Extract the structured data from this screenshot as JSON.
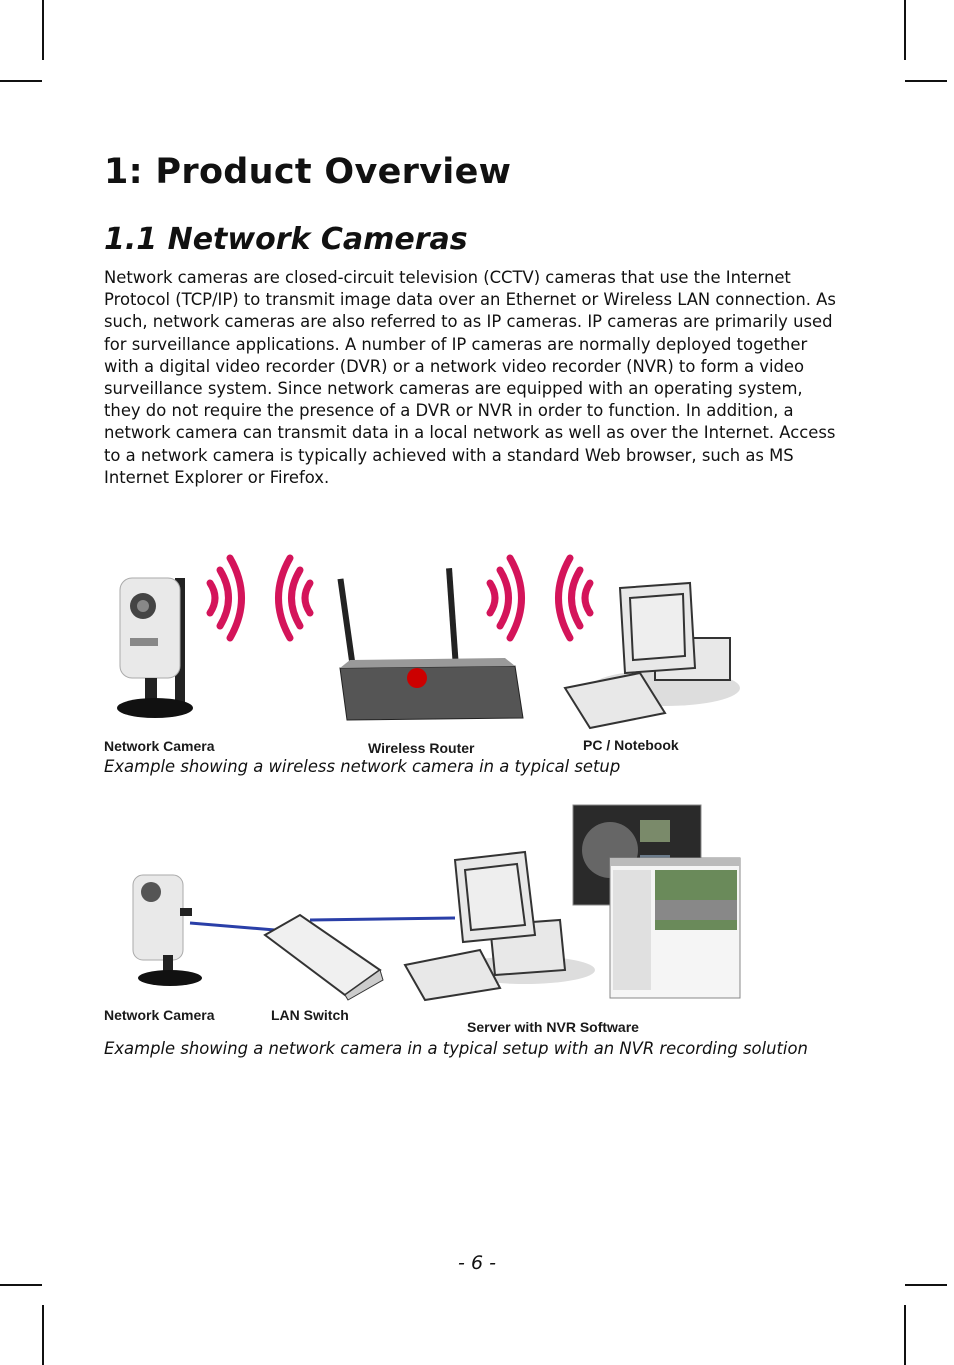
{
  "chapter_title": "1: Product Overview",
  "section_title": "1.1 Network Cameras",
  "intro_text": "Network cameras are closed-circuit television (CCTV) cameras that use the Internet Protocol (TCP/IP) to transmit image data over an Ethernet or Wireless LAN connection. As such, network cameras are also referred to as IP cameras. IP cameras are primarily used for surveillance applications. A number of IP cameras are normally deployed together with a digital video recorder (DVR) or a network video recorder (NVR) to form a video surveillance system. Since network cameras are equipped with an operating system, they do not require the presence of a DVR or NVR in order to function. In addition, a network camera can transmit data in a local network as well as over the Internet. Access to a network camera is typically achieved with a standard Web browser, such as MS Internet Explorer or Firefox.",
  "diagram1": {
    "labels": {
      "camera": "Network Camera",
      "router": "Wireless Router",
      "pc": "PC / Notebook"
    },
    "caption": "Example showing a wireless network camera in a typical setup"
  },
  "diagram2": {
    "labels": {
      "camera": "Network Camera",
      "switch": "LAN Switch",
      "server": "Server with NVR Software"
    },
    "caption": "Example showing a network camera in a typical setup with an NVR recording solution"
  },
  "page_number": "- 6 -",
  "colors": {
    "wireless_wave": "#d4145a",
    "cable": "#2a3fa8",
    "device_body": "#e8e8e8"
  }
}
